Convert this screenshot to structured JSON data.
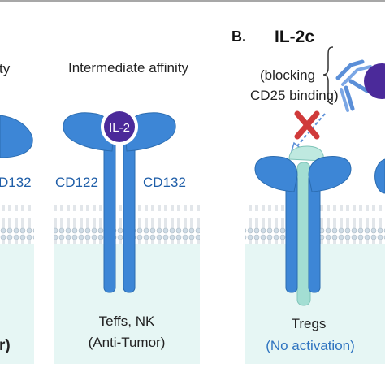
{
  "figure": {
    "left_panel": {
      "header_fragment": "ty",
      "cd132_fragment": "D132",
      "bottom_fragment": "r)"
    },
    "middle_panel": {
      "header": "Intermediate affinity",
      "ligand": "IL-2",
      "receptor_left": "CD122",
      "receptor_right": "CD132",
      "cells_line": "Teffs, NK",
      "effect_line": "(Anti-Tumor)"
    },
    "right_panel": {
      "panel_label": "B.",
      "complex_name": "IL-2c",
      "complex_desc_line1": "(blocking",
      "complex_desc_line2": "CD25 binding)",
      "cells_line": "Tregs",
      "effect_line": "(No activation)"
    }
  },
  "colors": {
    "receptor_blue": "#3d86d6",
    "receptor_dark": "#2b6cb0",
    "ligand_purple": "#4b2a9a",
    "membrane_line": "#b5c2cc",
    "membrane_head": "#cfdce6",
    "cytoplasm": "#e6f6f4",
    "cd25_teal": "#a3ded3",
    "block_red": "#d03a3a",
    "antibody_blue": "#5b8fd8",
    "no_activation_text": "#2f74c0"
  }
}
